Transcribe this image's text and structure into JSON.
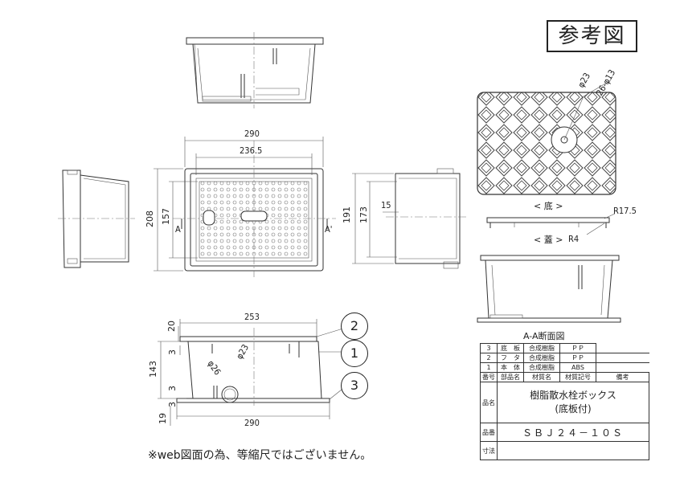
{
  "ref_label": "参考図",
  "note": "※web図面の為、等縮尺ではございません。",
  "captions": {
    "bottom": "< 底 >",
    "cover": "< 蓋 >",
    "section": "A-A断面図"
  },
  "dims": {
    "width_290_top": "290",
    "width_236": "236.5",
    "height_208": "208",
    "height_157": "157",
    "height_191": "191",
    "height_173": "173",
    "side_15": "15",
    "width_253": "253",
    "height_20": "20",
    "height_143": "143",
    "d3_a": "3",
    "d3_b": "3",
    "d3_c": "3",
    "height_19": "19",
    "width_290_bottom": "290",
    "phi26": "φ26",
    "phi23_side": "φ23",
    "phi23_top": "φ23",
    "phi13": "26-φ13",
    "r175": "R17.5",
    "r4": "R4",
    "sec_a": "A",
    "sec_a2": "A'"
  },
  "balloons": [
    "2",
    "1",
    "3"
  ],
  "parts_table": {
    "rows": [
      {
        "no": "3",
        "name": "底　板",
        "material": "合成樹脂",
        "code": "ＰＰ",
        "remark": ""
      },
      {
        "no": "2",
        "name": "フ　タ",
        "material": "合成樹脂",
        "code": "ＰＰ",
        "remark": ""
      },
      {
        "no": "1",
        "name": "本　体",
        "material": "合成樹脂",
        "code": "ABS",
        "remark": ""
      }
    ],
    "header": {
      "no": "番号",
      "name": "部品名",
      "material": "材質名",
      "code": "材質記号",
      "remark": "備考"
    },
    "product_name_label": "品名",
    "product_name": "樹脂散水栓ボックス",
    "product_sub": "(底板付)",
    "product_no_label": "品番",
    "product_no": "ＳＢＪ２４－１０Ｓ",
    "size_label": "寸法"
  }
}
